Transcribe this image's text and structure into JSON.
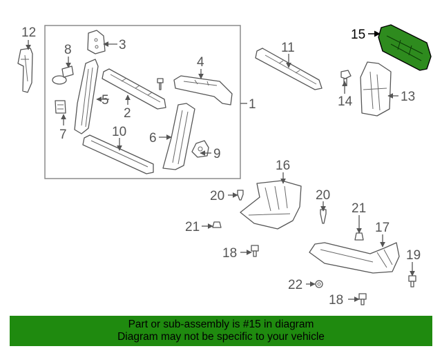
{
  "diagram": {
    "callouts": {
      "c1": "1",
      "c2": "2",
      "c3": "3",
      "c4": "4",
      "c5": "5",
      "c6": "6",
      "c7": "7",
      "c8": "8",
      "c9": "9",
      "c10": "10",
      "c11": "11",
      "c12": "12",
      "c13": "13",
      "c14": "14",
      "c15": "15",
      "c16": "16",
      "c17": "17",
      "c18a": "18",
      "c18b": "18",
      "c19": "19",
      "c20a": "20",
      "c20b": "20",
      "c21a": "21",
      "c21b": "21",
      "c22": "22"
    },
    "highlighted_part": "15",
    "highlight_color": "#2e8b1e"
  },
  "banner": {
    "line1": "Part or sub-assembly is #15 in diagram",
    "line2": "Diagram may not be specific to your vehicle",
    "background": "#1f8a0f"
  }
}
